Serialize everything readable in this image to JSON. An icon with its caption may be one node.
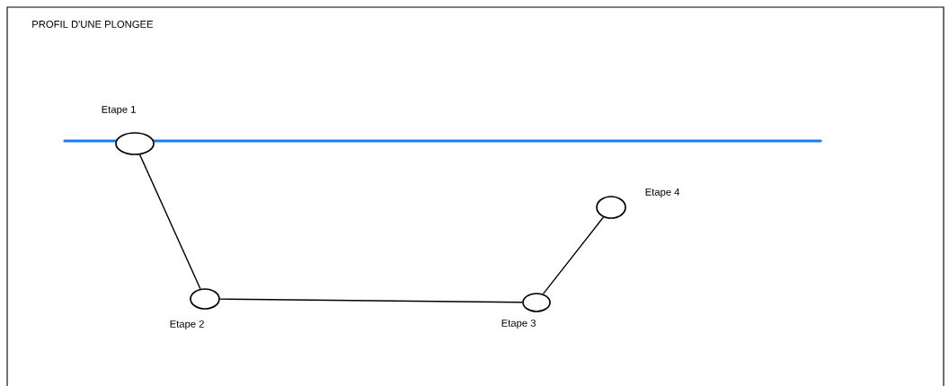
{
  "diagram": {
    "title": "PROFIL D'UNE PLONGEE",
    "nodes": [
      {
        "text": [],
        "shape": "circle",
        "beside": [
          "Etape 1"
        ]
      },
      {
        "text": [],
        "shape": "circle",
        "beside": [
          "Etape 2"
        ]
      },
      {
        "text": [],
        "shape": "circle",
        "beside": [
          "Etape 3"
        ]
      },
      {
        "text": [],
        "shape": "circle",
        "beside": [
          "Etape 4"
        ]
      }
    ],
    "edges": [
      {
        "from": 0,
        "to": 1,
        "arrow": "none"
      },
      {
        "from": 1,
        "to": 2,
        "arrow": "none"
      },
      {
        "from": 2,
        "to": 3,
        "arrow": "none"
      }
    ]
  }
}
